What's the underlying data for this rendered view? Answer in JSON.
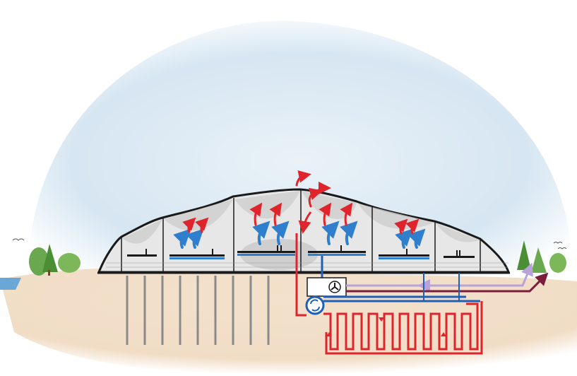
{
  "diagram": {
    "palette": {
      "sky": "#d9e8f3",
      "ground": "#f1ddc6",
      "hot_air": "#e0242c",
      "cool_air": "#2f7fcd",
      "hot_pipe": "#e0242c",
      "cold_pipe": "#1f5fb5",
      "return_pipe_light": "#b8a2d8",
      "return_pipe_dark": "#7a1c3a",
      "roof_fabric": "#d8d8d8",
      "piles": "#8a8a8a",
      "trees": "#5d9b3a"
    },
    "icons": [
      "heat-pump-icon",
      "fan-icon",
      "bird-icon",
      "tree-icon",
      "water-icon"
    ],
    "components": [
      "roof",
      "interior-floors",
      "foundation-piles",
      "ground-loop",
      "heat-pump",
      "ventilation-unit",
      "air-flow-arrows"
    ]
  }
}
